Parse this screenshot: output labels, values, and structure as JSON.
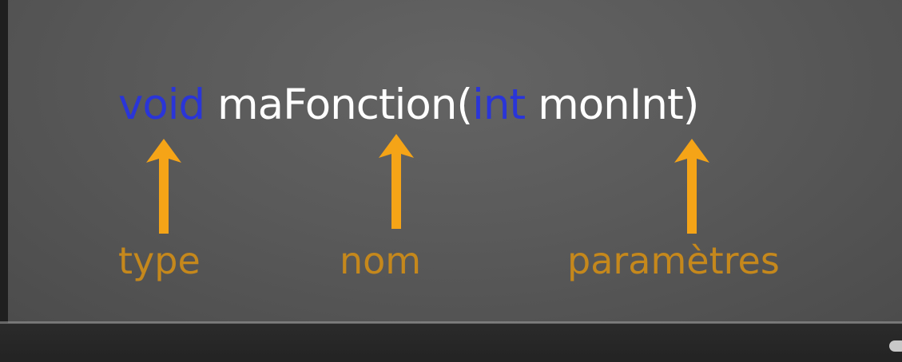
{
  "code": {
    "return_type": "void",
    "space_1": " ",
    "function_name": "maFonction",
    "open_paren": "(",
    "param_type": "int",
    "space_2": " ",
    "param_name": "monInt",
    "close_paren": ")"
  },
  "labels": {
    "type": "type",
    "name": "nom",
    "parameters": "paramètres"
  },
  "colors": {
    "keyword": "#2a35d8",
    "text": "#ffffff",
    "annotation": "#f5a417",
    "label": "#c5881c"
  },
  "video": {
    "progress": 0.99
  }
}
